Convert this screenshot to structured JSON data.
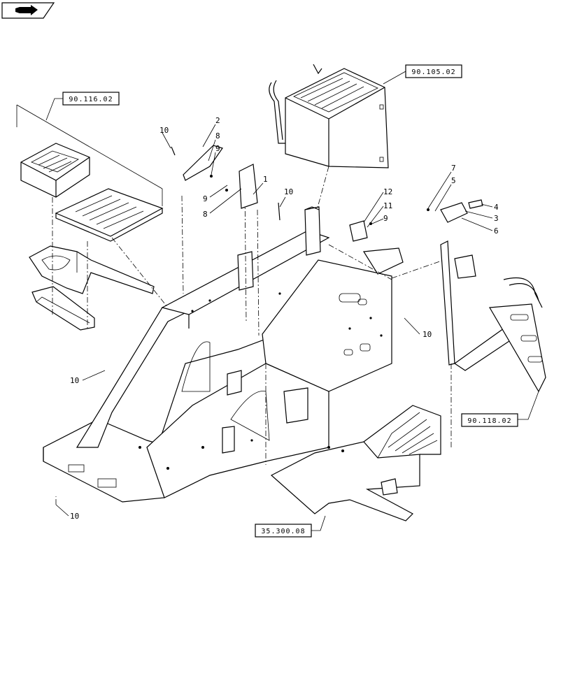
{
  "nav": {
    "icon": "page-arrow-icon"
  },
  "refs": {
    "r1": "90.116.02",
    "r2": "90.105.02",
    "r3": "90.118.02",
    "r4": "35.300.08"
  },
  "callouts": {
    "c10a": "10",
    "c2": "2",
    "c8a": "8",
    "c9a": "9",
    "c9b": "9",
    "c8b": "8",
    "c1": "1",
    "c10b": "10",
    "c12": "12",
    "c11": "11",
    "c9c": "9",
    "c7": "7",
    "c5": "5",
    "c4": "4",
    "c3": "3",
    "c6": "6",
    "c10c": "10",
    "c10d": "10",
    "c10e": "10"
  }
}
